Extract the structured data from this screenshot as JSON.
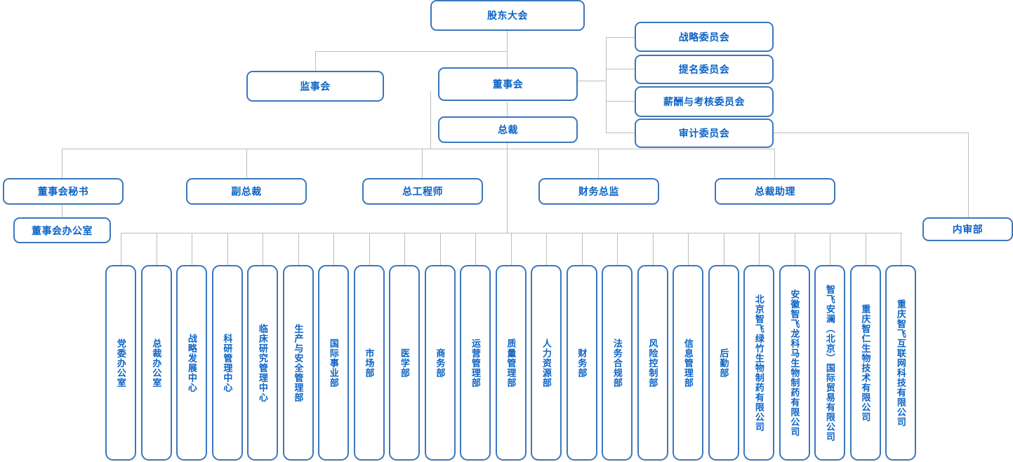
{
  "meta": {
    "title": "公司组织架构图",
    "accent_border": "#3b77bd",
    "accent_text": "#0b63c5",
    "connector_color": "#bfbdb6",
    "background": "#ffffff"
  },
  "governance": {
    "shareholders_meeting": "股东大会",
    "board_of_supervisors": "监事会",
    "board_of_directors": "董事会",
    "president": "总裁"
  },
  "committees": [
    {
      "label": "战略委员会"
    },
    {
      "label": "提名委员会"
    },
    {
      "label": "薪酬与考核委员会"
    },
    {
      "label": "审计委员会"
    }
  ],
  "executives": [
    {
      "label": "董事会秘书"
    },
    {
      "label": "副总裁"
    },
    {
      "label": "总工程师"
    },
    {
      "label": "财务总监"
    },
    {
      "label": "总裁助理"
    }
  ],
  "board_office": "董事会办公室",
  "internal_audit": "内审部",
  "departments": [
    {
      "label": "党委办公室"
    },
    {
      "label": "总裁办公室"
    },
    {
      "label": "战略发展中心"
    },
    {
      "label": "科研管理中心"
    },
    {
      "label": "临床研究管理中心"
    },
    {
      "label": "生产与安全管理部"
    },
    {
      "label": "国际事业部"
    },
    {
      "label": "市场部"
    },
    {
      "label": "医学部"
    },
    {
      "label": "商务部"
    },
    {
      "label": "运营管理部"
    },
    {
      "label": "质量管理部"
    },
    {
      "label": "人力资源部"
    },
    {
      "label": "财务部"
    },
    {
      "label": "法务合规部"
    },
    {
      "label": "风险控制部"
    },
    {
      "label": "信息管理部"
    },
    {
      "label": "后勤部"
    },
    {
      "label": "北京智飞绿竹生物制药有限公司"
    },
    {
      "label": "安徽智飞龙科马生物制药有限公司"
    },
    {
      "label": "智飞安澜（北京）国际贸易有限公司"
    },
    {
      "label": "重庆智仁生物技术有限公司"
    },
    {
      "label": "重庆智飞互联网科技有限公司"
    }
  ]
}
